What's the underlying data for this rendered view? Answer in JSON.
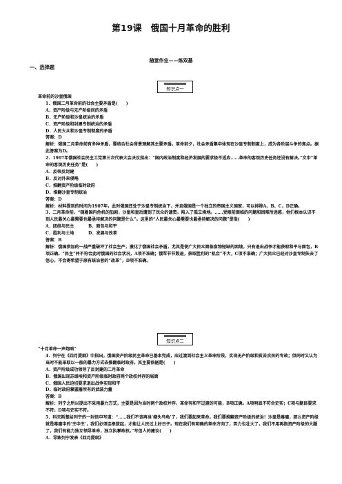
{
  "title": "第19课　俄国十月革命的胜利",
  "subtitle": "随堂作业——练双基",
  "section": "一、选择题",
  "boxes": [
    {
      "label": "知识点一",
      "topic": "革命前的沙皇俄国"
    },
    {
      "label": "知识点二",
      "topic": "“十月革命一声炮响”"
    }
  ],
  "q1": {
    "stem": "1．俄国二月革命前的社会主要矛盾是(　　)",
    "options": [
      "A．资产阶级与无产阶级间的矛盾",
      "B．无产阶级和沙皇统治的矛盾",
      "C．资产阶级和封建专制统治的矛盾",
      "D．人民大众和沙皇专制制度的矛盾"
    ],
    "answer": "答案：D",
    "analysis": "解析：俄国二月革命前有多种矛盾，要结合社会背景理解其主要矛盾。革命前夕，社会矛盾集中体现在沙皇专制制度上，成为各阶层斗争的焦点。据此答案为D。"
  },
  "q2": {
    "stem": "2．1907年俄国社会民主工党第三次代表大会决议指出：“国内政治制度和经济发展的要求极不适应……革命的客观历史任务还没有解决。”文中“革命的客观历史任务”是(　　)",
    "options": [
      "A．反帝反封建",
      "B．反对外来侵略",
      "C．推翻资产阶级临时政府",
      "D．推翻沙皇专制统治"
    ],
    "answer": "答案：D",
    "analysis": "解析：材料提到的时间为1907年，此时俄国还处于沙皇专制统治下，并且俄国是一个独立的帝国主义国家，可以排除A、B、C，D正确。"
  },
  "q3": {
    "stem": "3．二月革命前，“随着国内危机的加剧，沙皇和皇后遭到了民众的谴责，陷入了孤立境地。……受眼前面临的问题和困难所迷惑，他们根本认识不到人民最关心最需要也最亟待解决的问题是什么”。这里的“人民最关心最需要也最亟待解决的问题”是指(　　)",
    "options": [
      "A．团结与民主",
      "B．面包与和平",
      "C．胜利与土地",
      "D．发展与改革"
    ],
    "answer": "答案：B",
    "analysis": "解析：俄国参加的一战严重破坏了社会生产，激化了俄国社会矛盾，尤其是使广大民众面临食物短缺的困境，只有退出战争才能获取和平与面包，B项正确。“民主”并不符合此时俄国的社会状况，A项不准确；俄军节节败退，获取胜利的“机会”不大，C项不准确；广大民众已经对沙皇专制失去了信心，不会寄希望于原有统治者的“改革”，D项不准确。"
  },
  "q4": {
    "stem": "4．列宁在《四月提纲》中指出，俄国资产阶级民主革命已基本完成，应过渡到社会主义革命阶段，实现无产阶级和贫苦农民的专政；但同时又认为当时不能采取以一般的暴力方式去推翻临时政府。其主要依据是(　　)",
    "options": [
      "A．资产阶级成功领导了反封建的二月革命",
      "B．俄国出现苏维埃和资产阶级临时政府两个政权并存的局面",
      "C．俄国人民迫切要求退出战争实现和平",
      "D．临时政府掌握着所有的武装力量"
    ],
    "answer": "答案：B",
    "analysis": "解析：列宁之所以提出不采用暴力方式，主要是因为当时两个政权并存，革命有和平过渡的可能，B项正确。A项明显不符合史实；C项与题目要求不符；D项与史实不符。"
  },
  "q5": {
    "stem": "5．科夫斯基给列宁的一封信中写道：“……我们不该再当‘缩头乌龟’了，我们要起来革命。我们要推翻资产阶级的统治！沙皇是毒瘤，那么资产阶级就是毒瘤中的‘王中王’，我们必须连根拔起，才能让人民过上好日子。现在我们有明确的革命方向了，势力也壮大了，我们不用再抱资产阶级的大腿了，我们有能力独立领导革命，独立执掌政权。”写信人的建议(　　)",
    "options": [
      "A．导致列宁发表《四月提纲》"
    ]
  }
}
